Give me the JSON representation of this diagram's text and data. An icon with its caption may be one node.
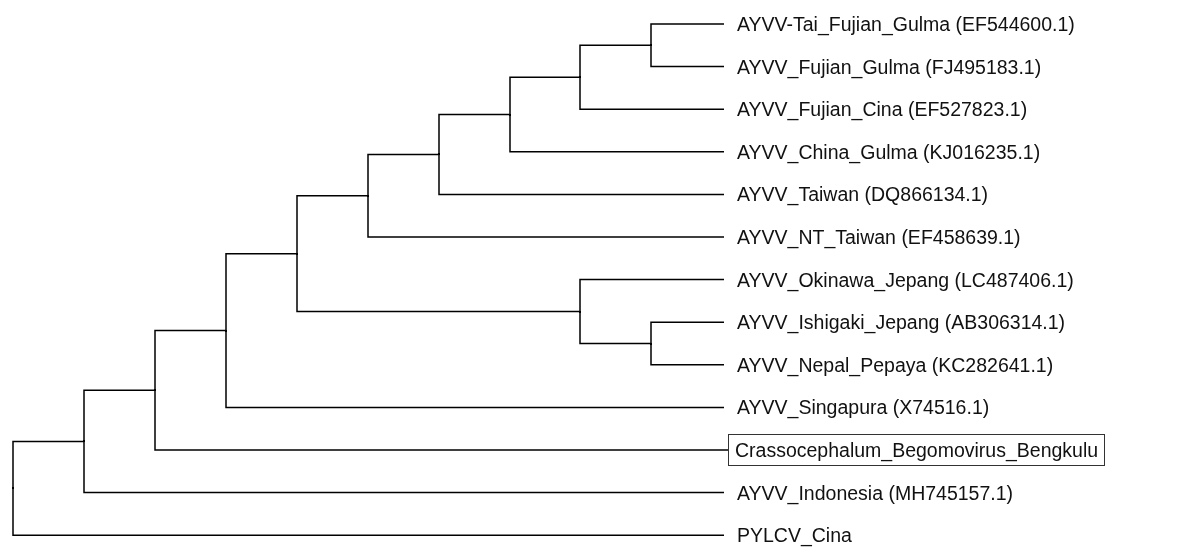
{
  "diagram": {
    "nodes": [
      {
        "text": [
          "AYVV-Tai_Fujian_Gulma (EF544600.1)"
        ]
      },
      {
        "text": [
          "AYVV_Fujian_Gulma (FJ495183.1)"
        ]
      },
      {
        "text": [
          "AYVV_Fujian_Cina (EF527823.1)"
        ]
      },
      {
        "text": [
          "AYVV_China_Gulma (KJ016235.1)"
        ]
      },
      {
        "text": [
          "AYVV_Taiwan (DQ866134.1)"
        ]
      },
      {
        "text": [
          "AYVV_NT_Taiwan (EF458639.1)"
        ]
      },
      {
        "text": [
          "AYVV_Okinawa_Jepang (LC487406.1)"
        ]
      },
      {
        "text": [
          "AYVV_Ishigaki_Jepang (AB306314.1)"
        ]
      },
      {
        "text": [
          "AYVV_Nepal_Pepaya (KC282641.1)"
        ]
      },
      {
        "text": [
          "AYVV_Singapura (X74516.1)"
        ]
      },
      {
        "text": [
          "Crassocephalum_Begomovirus_Bengkulu"
        ]
      },
      {
        "text": [
          "AYVV_Indonesia (MH745157.1)"
        ]
      },
      {
        "text": [
          "PYLCV_Cina"
        ]
      },
      {
        "text": [],
        "shape": "point"
      },
      {
        "text": [],
        "shape": "point"
      },
      {
        "text": [],
        "shape": "point"
      },
      {
        "text": [],
        "shape": "point"
      },
      {
        "text": [],
        "shape": "point"
      },
      {
        "text": [],
        "shape": "point"
      },
      {
        "text": [],
        "shape": "point"
      },
      {
        "text": [],
        "shape": "point"
      },
      {
        "text": [],
        "shape": "point"
      },
      {
        "text": [],
        "shape": "point"
      },
      {
        "text": [],
        "shape": "point"
      },
      {
        "text": [],
        "shape": "point"
      }
    ],
    "edges": [
      {
        "from": 13,
        "to": 14,
        "arrow": "none"
      },
      {
        "from": 13,
        "to": 12,
        "arrow": "none"
      },
      {
        "from": 14,
        "to": 15,
        "arrow": "none"
      },
      {
        "from": 14,
        "to": 11,
        "arrow": "none"
      },
      {
        "from": 15,
        "to": 16,
        "arrow": "none"
      },
      {
        "from": 15,
        "to": 10,
        "arrow": "none"
      },
      {
        "from": 16,
        "to": 17,
        "arrow": "none"
      },
      {
        "from": 16,
        "to": 9,
        "arrow": "none"
      },
      {
        "from": 17,
        "to": 18,
        "arrow": "none"
      },
      {
        "from": 17,
        "to": 22,
        "arrow": "none"
      },
      {
        "from": 18,
        "to": 19,
        "arrow": "none"
      },
      {
        "from": 18,
        "to": 5,
        "arrow": "none"
      },
      {
        "from": 19,
        "to": 20,
        "arrow": "none"
      },
      {
        "from": 19,
        "to": 4,
        "arrow": "none"
      },
      {
        "from": 20,
        "to": 21,
        "arrow": "none"
      },
      {
        "from": 20,
        "to": 3,
        "arrow": "none"
      },
      {
        "from": 21,
        "to": 23,
        "arrow": "none"
      },
      {
        "from": 21,
        "to": 2,
        "arrow": "none"
      },
      {
        "from": 22,
        "to": 6,
        "arrow": "none"
      },
      {
        "from": 22,
        "to": 24,
        "arrow": "none"
      },
      {
        "from": 23,
        "to": 0,
        "arrow": "none"
      },
      {
        "from": 23,
        "to": 1,
        "arrow": "none"
      },
      {
        "from": 24,
        "to": 7,
        "arrow": "none"
      },
      {
        "from": 24,
        "to": 8,
        "arrow": "none"
      }
    ]
  }
}
